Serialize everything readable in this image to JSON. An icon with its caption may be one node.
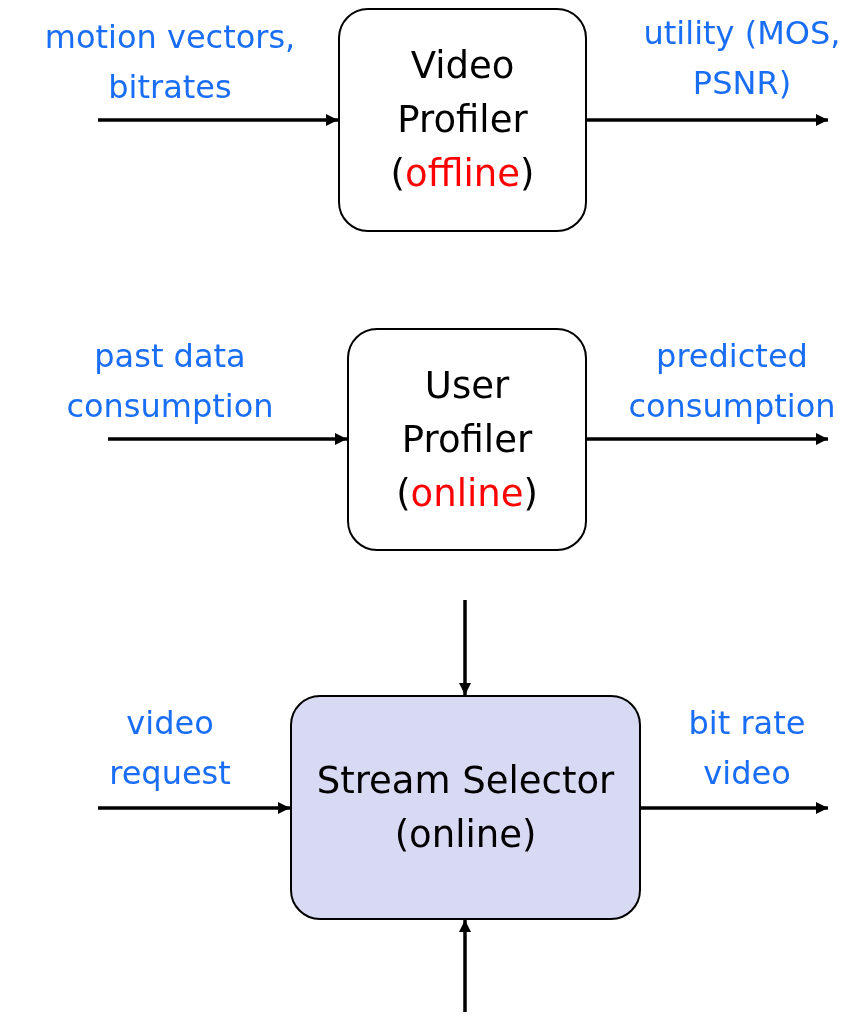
{
  "diagram": {
    "nodes": [
      {
        "text": [
          "Video Profiler (*offline*)"
        ]
      },
      {
        "text": [
          "User Profiler (*online*)"
        ]
      },
      {
        "text": [
          "Stream Selector (online)"
        ]
      }
    ],
    "edges": [
      {
        "from": null,
        "to": 0,
        "arrow": "to",
        "label": "motion vectors, bitrates"
      },
      {
        "from": 0,
        "to": null,
        "arrow": "to",
        "label": "utility (MOS, PSNR)"
      },
      {
        "from": null,
        "to": 1,
        "arrow": "to",
        "label": "past data consumption"
      },
      {
        "from": 1,
        "to": null,
        "arrow": "to",
        "label": "predicted consumption"
      },
      {
        "from": null,
        "to": 2,
        "arrow": "to",
        "label": "video request"
      },
      {
        "from": 2,
        "to": null,
        "arrow": "to",
        "label": "bit rate video"
      },
      {
        "from": null,
        "to": 2,
        "arrow": "to"
      },
      {
        "from": null,
        "to": 2,
        "arrow": "to"
      }
    ]
  }
}
